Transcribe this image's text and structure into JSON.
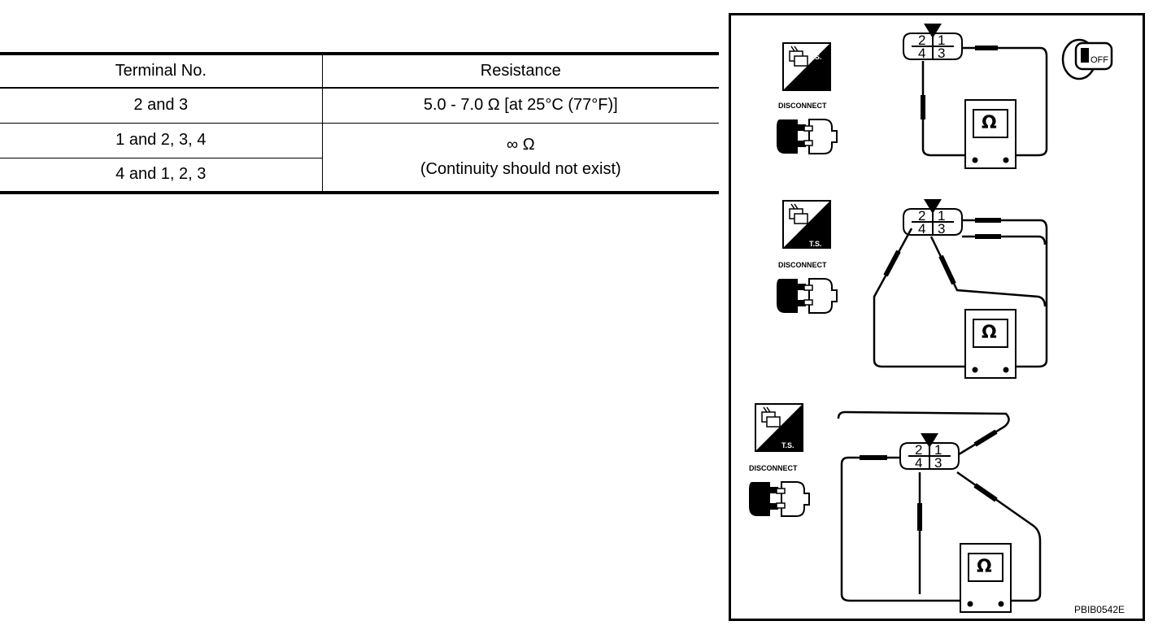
{
  "table": {
    "headers": {
      "terminal": "Terminal No.",
      "resistance": "Resistance"
    },
    "rows": [
      {
        "terminal": "2 and 3",
        "resistance": "5.0 - 7.0 Ω [at 25°C (77°F)]"
      },
      {
        "terminal": "1 and 2, 3, 4",
        "resistance": "∞ Ω"
      },
      {
        "terminal": "4 and 1, 2, 3",
        "resistance": "(Continuity should not exist)"
      }
    ]
  },
  "diagram": {
    "ts_label": "T.S.",
    "disconnect_label": "DISCONNECT",
    "off_label": "OFF",
    "omega_symbol": "Ω",
    "pins": {
      "p1": "1",
      "p2": "2",
      "p3": "3",
      "p4": "4"
    },
    "code": "PBIB0542E"
  }
}
